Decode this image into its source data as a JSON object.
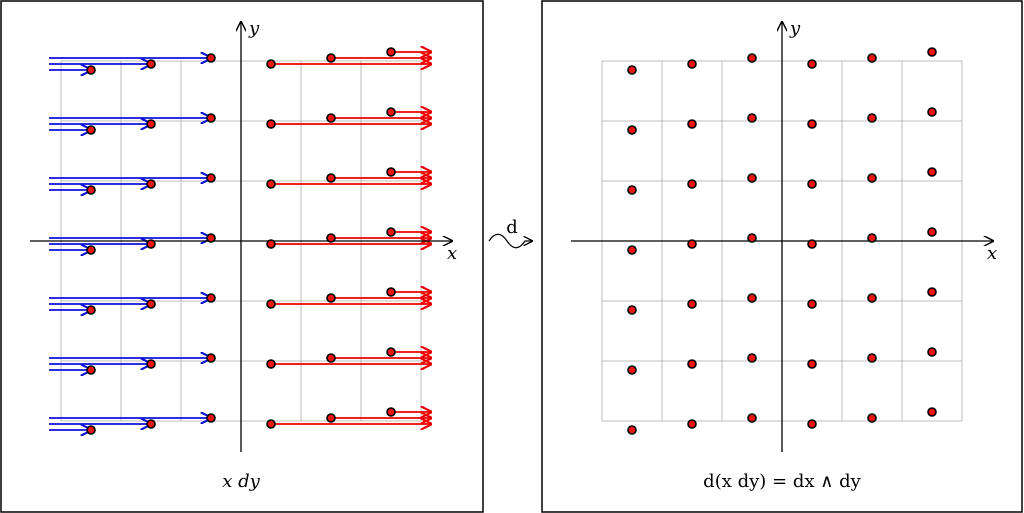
{
  "colors": {
    "frame": "#000000",
    "grid": "#aaaaaa",
    "axis": "#000000",
    "dot_fill": "#ee1111",
    "dot_stroke": "#000000",
    "arrow_left": "#1010dd",
    "arrow_right": "#ee0000"
  },
  "left_panel": {
    "x_axis_label": "x",
    "y_axis_label": "y",
    "caption": "x dy",
    "grid": {
      "x_min": -3,
      "x_max": 3,
      "y_min": -3,
      "y_max": 3
    },
    "columns_x": [
      -2.5,
      -1.5,
      -0.5,
      0.5,
      1.5,
      2.5
    ],
    "column_offsets_y": [
      -0.15,
      -0.05,
      0.05,
      -0.05,
      0.05,
      0.15
    ],
    "row_y": [
      3,
      2,
      1,
      0,
      -1,
      -2,
      -3
    ]
  },
  "operator": {
    "label": "d",
    "icon": "squiggle-arrow-icon"
  },
  "right_panel": {
    "x_axis_label": "x",
    "y_axis_label": "y",
    "caption": "d(x dy) = dx ∧ dy",
    "grid": {
      "x_min": -3,
      "x_max": 3,
      "y_min": -3,
      "y_max": 3
    },
    "columns_x": [
      -2.5,
      -1.5,
      -0.5,
      0.5,
      1.5,
      2.5
    ],
    "column_offsets_y": [
      -0.15,
      -0.05,
      0.05,
      -0.05,
      0.05,
      0.15
    ],
    "row_y": [
      3,
      2,
      1,
      0,
      -1,
      -2,
      -3
    ]
  }
}
